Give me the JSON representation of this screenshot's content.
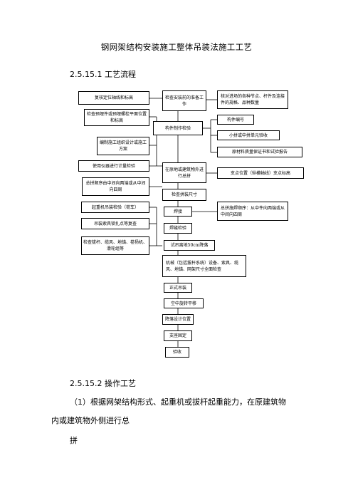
{
  "doc": {
    "title": "钢网架结构安装施工整体吊装法施工工艺",
    "section1_heading": "2.5.15.1 工艺流程",
    "section2_heading": "2.5.15.2 操作工艺",
    "para_line1": "（1）根据网架结构形式、起重机或拔杆起重能力，在原建筑物",
    "para_line2": "内或建筑物外侧进行总",
    "para_line3": "拼"
  },
  "flow": {
    "left": {
      "l1": "复核定位轴线和标高",
      "l2": "检查预埋件或预埋螺栓平面位置和标高",
      "l3": "编制施工组织设计或施工方案",
      "l4": "使用仪器进行计量检验",
      "l5": "总拼顺序由中间向两端或从中间向四周",
      "l6": "起重机吊装检验（荷车）",
      "l7": "吊装索具锁扎点等复查",
      "l8": "检查拔杆、缆风、地锚、卷扬机、滑轮组等"
    },
    "center": {
      "c1": "检查安装前的准备工作",
      "c2": "构件制作检验",
      "c3": "在原地或建筑物外进行总拼",
      "c4": "检查拼装尺寸",
      "c5": "焊接",
      "c6": "焊缝检验",
      "c7": "试吊离地50cm降落",
      "c8": "机械（包括拔杆系统）设备、索具、缆风、地锚、网架尺寸全面检查",
      "c9": "正式吊装",
      "c10": "空中旋转平移",
      "c11": "降落设计位置",
      "c12": "支座固定",
      "c13": "验收"
    },
    "right": {
      "r1": "核对进场的各种节点、杆件及连接件的规格、品种数量",
      "r2": "构件编号",
      "r3": "小拼或中拼单元验收",
      "r4": "原材料质量保证书和试验报告",
      "r5": "支点位置（纵横轴线）支点标高",
      "r6": "总拼施焊顺序：从中件向两端或从中间向四周"
    }
  }
}
